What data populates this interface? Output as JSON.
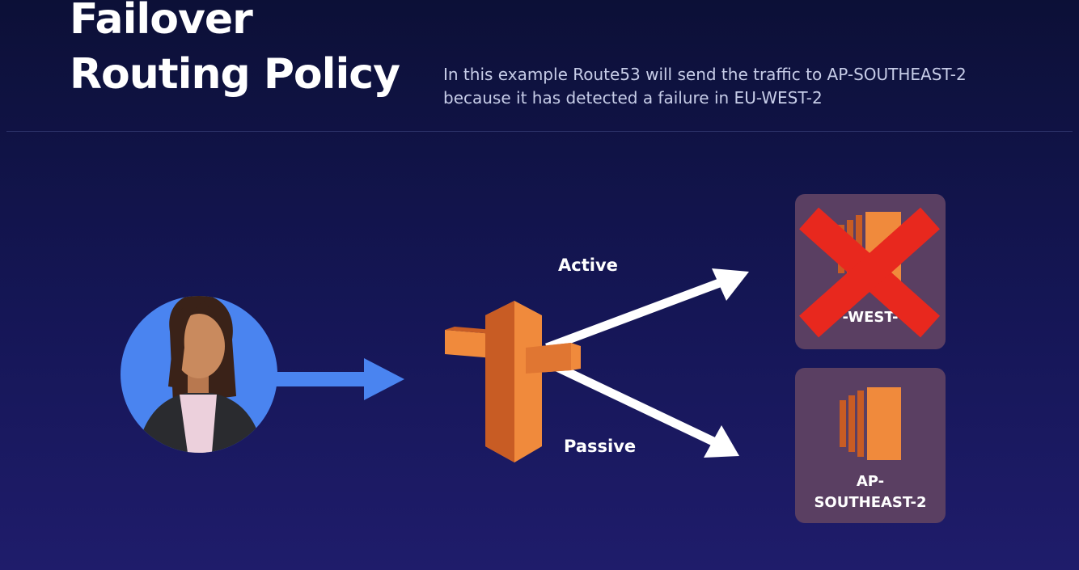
{
  "slide": {
    "title_line1": "Failover",
    "title_line2": "Routing Policy",
    "subtitle_line1": "In this example Route53 will send the traffic to AP-SOUTHEAST-2",
    "subtitle_line2": "because it has detected a failure in EU-WEST-2"
  },
  "diagram": {
    "edges": {
      "active_label": "Active",
      "passive_label": "Passive"
    },
    "regions": {
      "failed_region_label": "-WEST-",
      "standby_region_line1": "AP-",
      "standby_region_line2": "SOUTHEAST-2"
    },
    "icons": {
      "user": "user-avatar-icon",
      "router": "route53-signpost-icon",
      "server": "ec2-instance-icon",
      "failure": "red-x-icon"
    }
  },
  "colors": {
    "background": "#151656",
    "user_circle": "#4a84f0",
    "arrow_blue": "#4a84f0",
    "arrow_white": "#ffffff",
    "aws_orange": "#f08a3c",
    "aws_orange_dark": "#c85c24",
    "region_box": "#5a3f62",
    "failure_red": "#e8281e"
  }
}
